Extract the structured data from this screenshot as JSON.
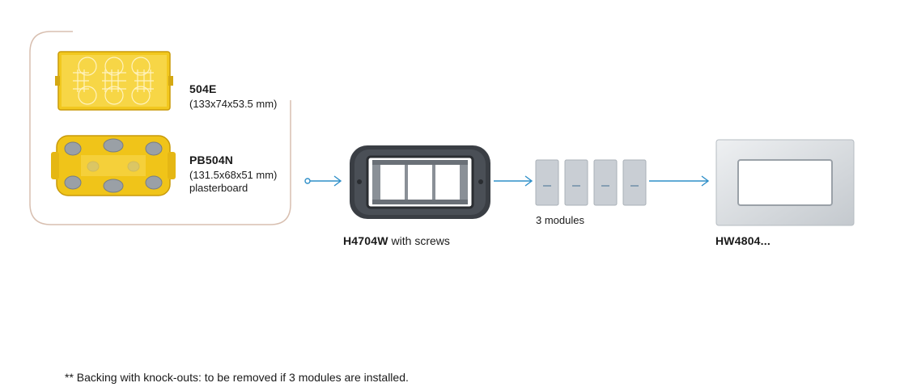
{
  "box1": {
    "code": "504E",
    "dims": "(133x74x53.5 mm)"
  },
  "box2": {
    "code": "PB504N",
    "dims": "(131.5x68x51 mm)",
    "type": "plasterboard"
  },
  "frame": {
    "code": "H4704W",
    "suffix": " with screws"
  },
  "modules": {
    "label": "3 modules",
    "count_shown": 4
  },
  "plate": {
    "code": "HW4804..."
  },
  "footnote": "** Backing with knock-outs: to be removed if 3 modules are installed.",
  "colors": {
    "arrow": "#2f8fc8",
    "bracket": "#d8bfb0",
    "box_yellow": "#f2c81e",
    "frame_dark": "#3a3e44",
    "module_grey": "#c9ced4",
    "plate_grey": "#d7dbdf"
  }
}
